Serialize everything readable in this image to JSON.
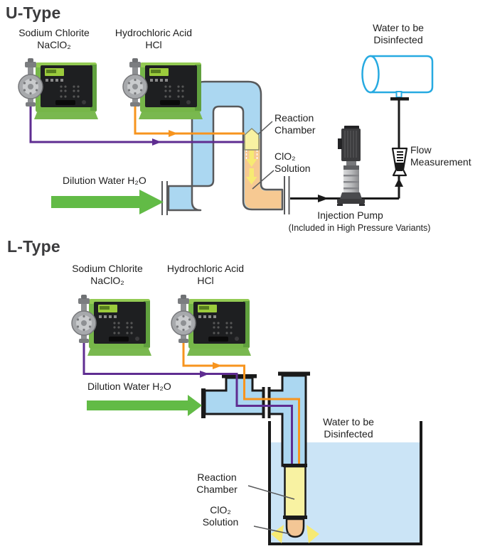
{
  "u_type": {
    "title": "U-Type",
    "pump1": {
      "line1": "Sodium Chlorite",
      "line2": "NaClO₂"
    },
    "pump2": {
      "line1": "Hydrochloric Acid",
      "line2": "HCl"
    },
    "dilution_water": "Dilution Water H₂O",
    "reaction_chamber": {
      "line1": "Reaction",
      "line2": "Chamber"
    },
    "clo2_solution": {
      "line1": "ClO₂",
      "line2": "Solution"
    },
    "water_to_disinfect": {
      "line1": "Water to be",
      "line2": "Disinfected"
    },
    "flow_measurement": {
      "line1": "Flow",
      "line2": "Measurement"
    },
    "injection_pump": {
      "label": "Injection Pump",
      "note": "(Included in High Pressure Variants)"
    }
  },
  "l_type": {
    "title": "L-Type",
    "pump1": {
      "line1": "Sodium Chlorite",
      "line2": "NaClO₂"
    },
    "pump2": {
      "line1": "Hydrochloric Acid",
      "line2": "HCl"
    },
    "dilution_water": "Dilution Water H₂O",
    "water_to_disinfect": {
      "line1": "Water to be",
      "line2": "Disinfected"
    },
    "reaction_chamber": {
      "line1": "Reaction",
      "line2": "Chamber"
    },
    "clo2_solution": {
      "line1": "ClO₂",
      "line2": "Solution"
    }
  },
  "colors": {
    "pipe_water_blue": "#ABD7F1",
    "clo2_solution_orange": "#F6C992",
    "reaction_chamber_yellow": "#F8F2A2",
    "naclo2_line_purple": "#5F2D91",
    "hcl_line_orange": "#F7941E",
    "dilution_arrow_green": "#62BB46",
    "water_pipe_blue": "#27AAE1",
    "pump_body_green": "#76B649",
    "outline_gray": "#58595B",
    "outline_black": "#1A1A1A",
    "tank_water_blue": "#CBE4F6"
  }
}
